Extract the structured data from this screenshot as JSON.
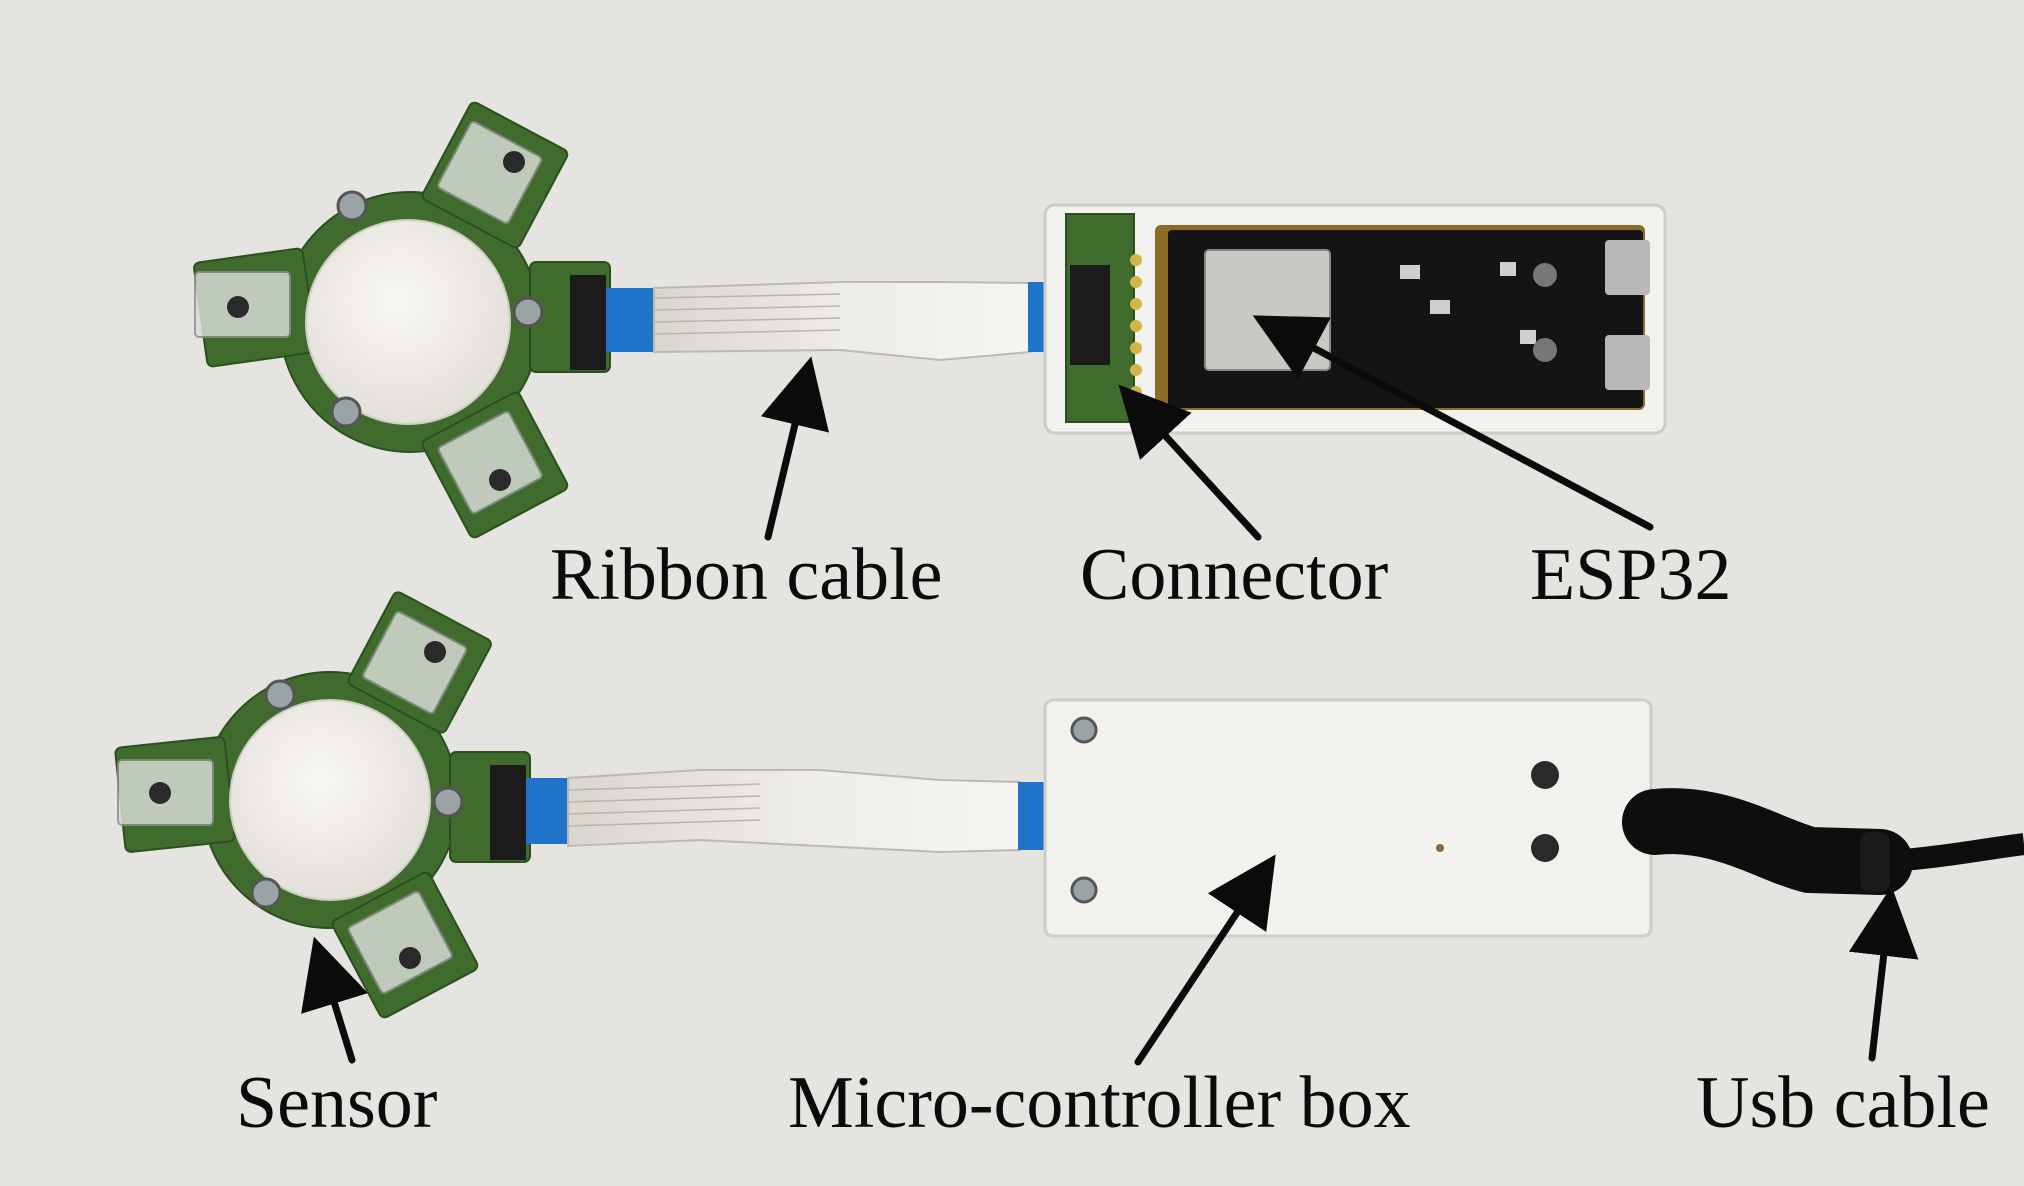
{
  "labels": {
    "ribbon_cable": "Ribbon cable",
    "connector": "Connector",
    "esp32": "ESP32",
    "sensor": "Sensor",
    "micro_controller_box": "Micro-controller box",
    "usb_cable": "Usb cable"
  },
  "colors": {
    "background": "#e6e4e1",
    "pcb_green": "#3f6b2c",
    "ribbon_blue": "#1f73c9",
    "board_black": "#141414",
    "enclosure_white": "#f2f1ee",
    "arrow": "#0b0b0b"
  }
}
